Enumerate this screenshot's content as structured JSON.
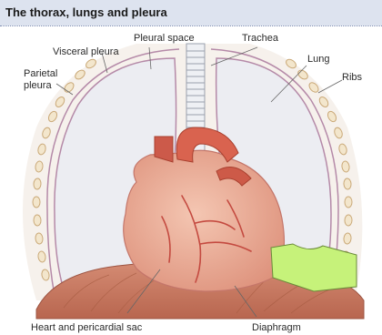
{
  "title": "The thorax, lungs and pleura",
  "labels": {
    "pleural_space": "Pleural space",
    "trachea": "Trachea",
    "visceral_pleura": "Visceral pleura",
    "lung": "Lung",
    "parietal_pleura_line1": "Parietal",
    "parietal_pleura_line2": "pleura",
    "ribs": "Ribs",
    "heart": "Heart and pericardial sac",
    "diaphragm": "Diaphragm"
  },
  "colors": {
    "lung_fill": "#ecedf2",
    "pleura_stroke": "#b58aa8",
    "rib_fill": "#f3e6cc",
    "heart_fill": "#ecae98",
    "vessel_red": "#c44a40",
    "diaphragm_fill": "#c97a63",
    "highlight_patch": "#c6f27a"
  }
}
